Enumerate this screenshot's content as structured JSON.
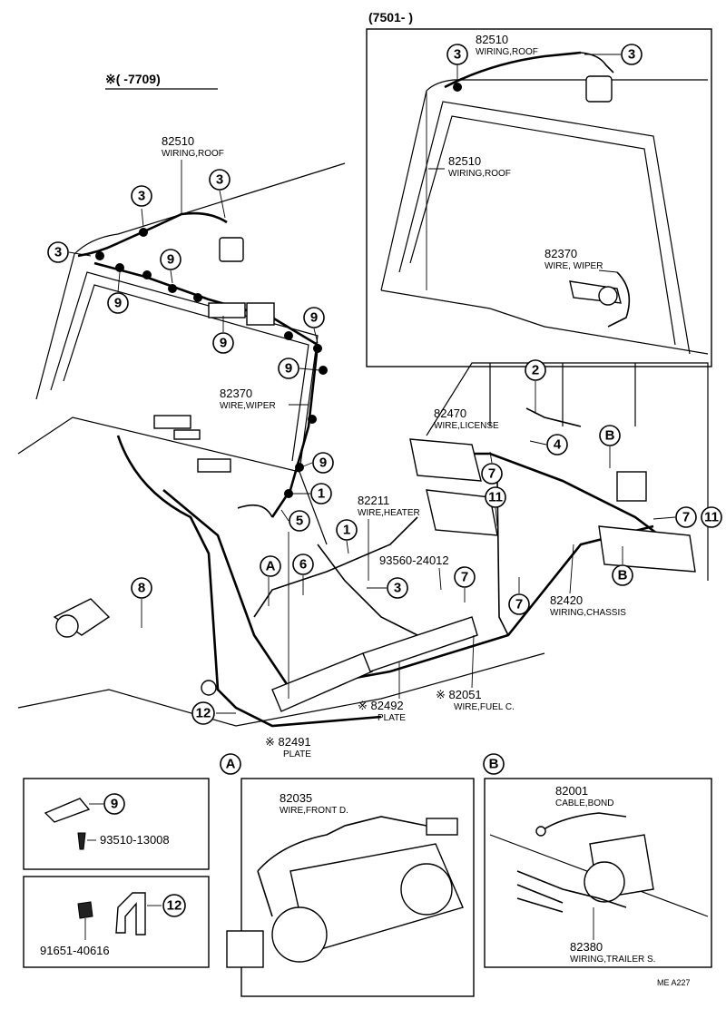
{
  "header": {
    "range_inset": "(7501-        )",
    "range_main": "※(      -7709)"
  },
  "parts": [
    {
      "id": "p-82510-inset",
      "number": "82510",
      "name": "WIRING,ROOF"
    },
    {
      "id": "p-82510-inset-2",
      "number": "82510",
      "name": "WIRING,ROOF"
    },
    {
      "id": "p-82370-inset",
      "number": "82370",
      "name": "WIRE, WIPER"
    },
    {
      "id": "p-82510-main",
      "number": "82510",
      "name": "WIRING,ROOF"
    },
    {
      "id": "p-82370-main",
      "number": "82370",
      "name": "WIRE,WIPER"
    },
    {
      "id": "p-82470",
      "number": "82470",
      "name": "WIRE,LICENSE"
    },
    {
      "id": "p-82211",
      "number": "82211",
      "name": "WIRE,HEATER"
    },
    {
      "id": "p-93560",
      "number": "93560-24012",
      "name": ""
    },
    {
      "id": "p-82420",
      "number": "82420",
      "name": "WIRING,CHASSIS"
    },
    {
      "id": "p-82492",
      "number": "※ 82492",
      "name": "PLATE"
    },
    {
      "id": "p-82051",
      "number": "※ 82051",
      "name": "WIRE,FUEL C."
    },
    {
      "id": "p-82491",
      "number": "※ 82491",
      "name": "PLATE"
    },
    {
      "id": "p-82035",
      "number": "82035",
      "name": "WIRE,FRONT D."
    },
    {
      "id": "p-82001",
      "number": "82001",
      "name": "CABLE,BOND"
    },
    {
      "id": "p-82380",
      "number": "82380",
      "name": "WIRING,TRAILER S."
    },
    {
      "id": "p-93510",
      "number": "93510-13008",
      "name": ""
    },
    {
      "id": "p-91651",
      "number": "91651-40616",
      "name": ""
    }
  ],
  "callouts": [
    {
      "label": "3"
    },
    {
      "label": "3"
    },
    {
      "label": "3"
    },
    {
      "label": "3"
    },
    {
      "label": "3"
    },
    {
      "label": "9"
    },
    {
      "label": "9"
    },
    {
      "label": "9"
    },
    {
      "label": "9"
    },
    {
      "label": "9"
    },
    {
      "label": "9"
    },
    {
      "label": "1"
    },
    {
      "label": "5"
    },
    {
      "label": "1"
    },
    {
      "label": "6"
    },
    {
      "label": "3"
    },
    {
      "label": "8"
    },
    {
      "label": "A"
    },
    {
      "label": "12"
    },
    {
      "label": "2"
    },
    {
      "label": "4"
    },
    {
      "label": "B"
    },
    {
      "label": "7"
    },
    {
      "label": "11"
    },
    {
      "label": "7"
    },
    {
      "label": "11"
    },
    {
      "label": "B"
    },
    {
      "label": "7"
    },
    {
      "label": "7"
    },
    {
      "label": "9"
    },
    {
      "label": "12"
    }
  ],
  "detail_labels": {
    "a": "A",
    "b": "B"
  },
  "figure_code": "ME  A227"
}
